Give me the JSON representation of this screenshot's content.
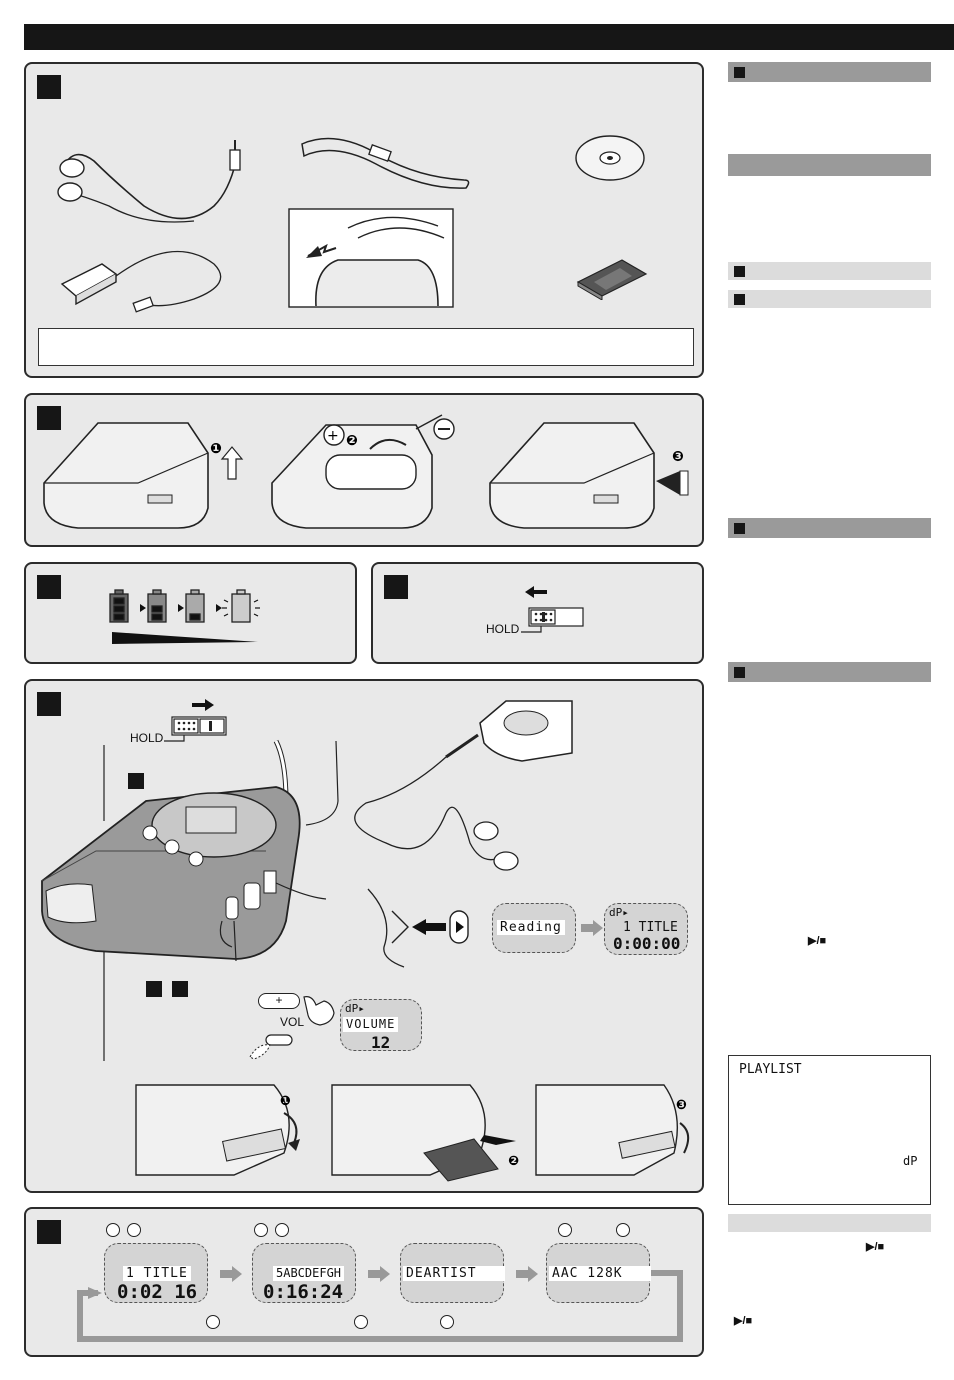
{
  "hold_label": "HOLD",
  "vol_label": "VOL",
  "vol_plus": "+",
  "marker_1": "❶",
  "marker_2": "❷",
  "marker_3": "❸",
  "lcd_reading": {
    "text": "Reading"
  },
  "lcd_title": {
    "icon": "dP▸",
    "line1": "1 TITLE",
    "time": "0:00:00"
  },
  "lcd_volume": {
    "icon": "dP▸",
    "label": "VOLUME",
    "value": "12"
  },
  "display_seq": [
    {
      "line1": "1  TITLE",
      "time": "0:02 16"
    },
    {
      "line1": "5ABCDEFGH",
      "time": "0:16:24"
    },
    {
      "line1": "DEARTIST",
      "time": ""
    },
    {
      "line1": "AAC   128K",
      "time": ""
    }
  ],
  "sidebar": {
    "play_symbol": "▶/■",
    "playlist_label": "PLAYLIST",
    "playlist_icon": "dP"
  }
}
